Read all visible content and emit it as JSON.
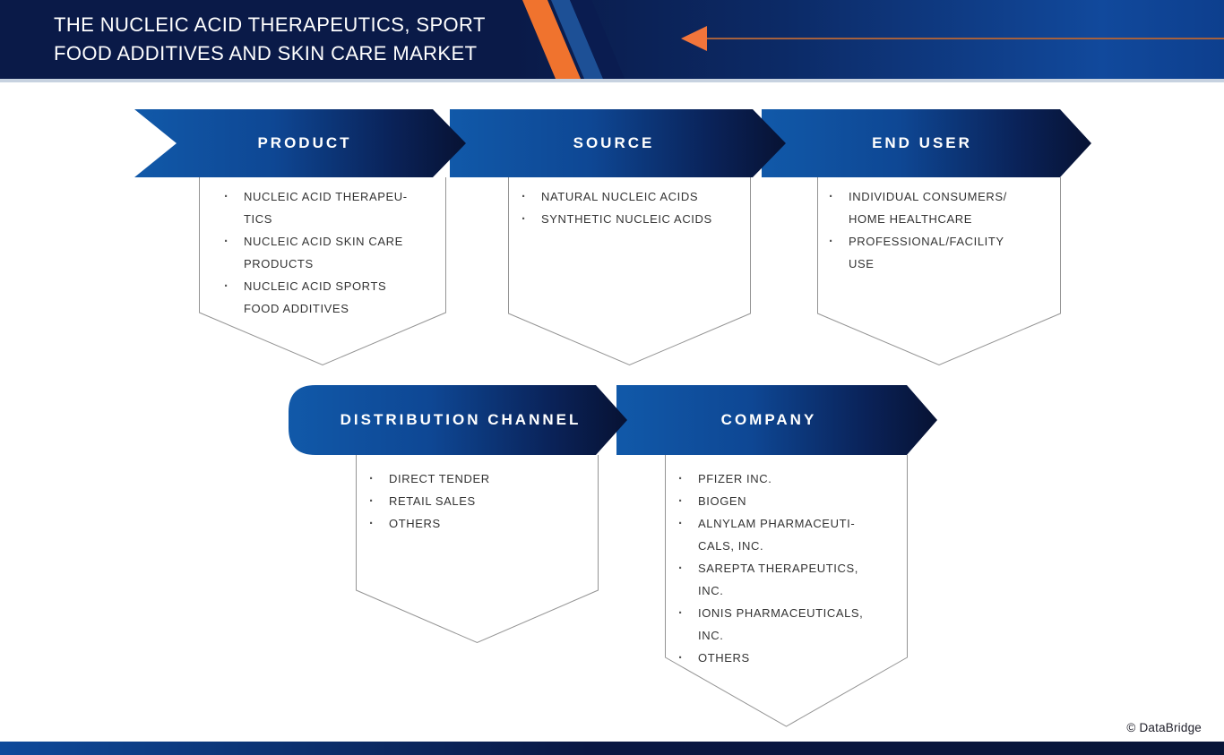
{
  "header": {
    "title_line1": "THE NUCLEIC ACID THERAPEUTICS, SPORT",
    "title_line2": "FOOD ADDITIVES AND SKIN CARE MARKET",
    "arrow_icon": "left-arrow-icon"
  },
  "segments": [
    {
      "label": "PRODUCT",
      "items": [
        {
          "lines": [
            "NUCLEIC ACID THERAPEU-",
            "TICS"
          ]
        },
        {
          "lines": [
            "NUCLEIC ACID SKIN CARE",
            "PRODUCTS"
          ]
        },
        {
          "lines": [
            "NUCLEIC ACID SPORTS",
            "FOOD ADDITIVES"
          ]
        }
      ]
    },
    {
      "label": "SOURCE",
      "items": [
        {
          "lines": [
            "NATURAL NUCLEIC ACIDS"
          ]
        },
        {
          "lines": [
            "SYNTHETIC NUCLEIC ACIDS"
          ]
        }
      ]
    },
    {
      "label": "END USER",
      "items": [
        {
          "lines": [
            "INDIVIDUAL CONSUMERS/",
            "HOME HEALTHCARE"
          ]
        },
        {
          "lines": [
            "PROFESSIONAL/FACILITY",
            "USE"
          ]
        }
      ]
    },
    {
      "label": "DISTRIBUTION CHANNEL",
      "items": [
        {
          "lines": [
            "DIRECT TENDER"
          ]
        },
        {
          "lines": [
            "RETAIL SALES"
          ]
        },
        {
          "lines": [
            "OTHERS"
          ]
        }
      ]
    },
    {
      "label": "COMPANY",
      "items": [
        {
          "lines": [
            "PFIZER INC."
          ]
        },
        {
          "lines": [
            "BIOGEN"
          ]
        },
        {
          "lines": [
            "ALNYLAM PHARMACEUTI-",
            "CALS, INC."
          ]
        },
        {
          "lines": [
            "SAREPTA THERAPEUTICS,",
            "INC."
          ]
        },
        {
          "lines": [
            "IONIS PHARMACEUTICALS,",
            "INC."
          ]
        },
        {
          "lines": [
            "OTHERS"
          ]
        }
      ]
    }
  ],
  "footer": {
    "credit": "© DataBridge"
  },
  "colors": {
    "accent_orange": "#F0732E",
    "muted_arrow_line": "#A5613E",
    "banner_blue": "#1159A9",
    "banner_navy": "#071233",
    "header_navy": "#0A1A48",
    "outline_gray": "#949494"
  }
}
